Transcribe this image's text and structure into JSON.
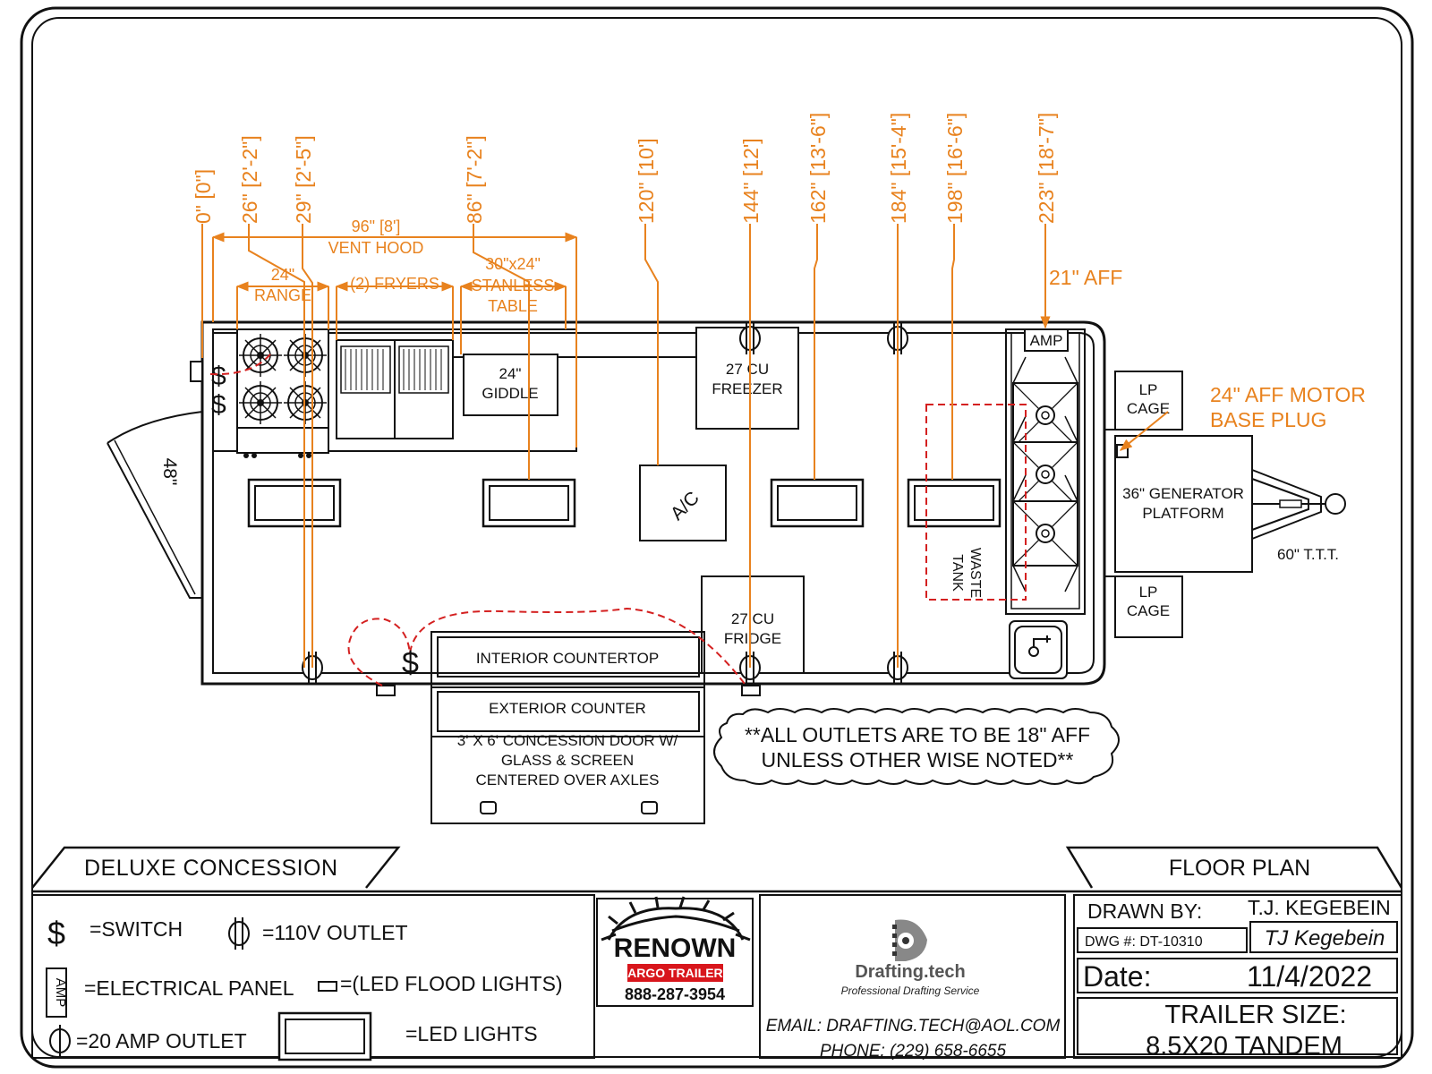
{
  "dimensions": {
    "markers": [
      {
        "label": "0\" [0\"]"
      },
      {
        "label": "26\" [2'-2\"]"
      },
      {
        "label": "29\" [2'-5\"]"
      },
      {
        "label": "86\" [7'-2\"]"
      },
      {
        "label": "120\" [10']"
      },
      {
        "label": "144\" [12']"
      },
      {
        "label": "162\" [13'-6\"]"
      },
      {
        "label": "184\" [15'-4\"]"
      },
      {
        "label": "198\" [16'-6\"]"
      },
      {
        "label": "223\" [18'-7\"]"
      }
    ],
    "vent_hood": {
      "size": "96\" [8']",
      "label": "VENT HOOD"
    },
    "range": {
      "size": "24\"",
      "label": "RANGE"
    },
    "fryers": "(2) FRYERS",
    "table": {
      "size": "30\"x24\"",
      "l1": "STANLESS",
      "l2": "TABLE"
    },
    "aff_21": "21\" AFF",
    "motor_plug": {
      "l1": "24\" AFF MOTOR",
      "l2": "BASE PLUG"
    }
  },
  "plan": {
    "griddle": {
      "l1": "24\"",
      "l2": "GIDDLE"
    },
    "freezer": {
      "l1": "27 CU",
      "l2": "FREEZER"
    },
    "fridge": {
      "l1": "27 CU",
      "l2": "FRIDGE"
    },
    "ac": "A/C",
    "amp": "AMP",
    "waste_tank": {
      "l1": "WASTE",
      "l2": "TANK"
    },
    "lp_cage": {
      "l1": "LP",
      "l2": "CAGE"
    },
    "generator": {
      "l1": "36\" GENERATOR",
      "l2": "PLATFORM"
    },
    "ttt": "60\" T.T.T.",
    "door_size": "48\"",
    "interior_counter": "INTERIOR COUNTERTOP",
    "exterior_counter": "EXTERIOR COUNTER",
    "concession_door": {
      "l1": "3' X 6' CONCESSION DOOR W/",
      "l2": "GLASS & SCREEN",
      "l3": "CENTERED OVER AXLES"
    },
    "switch_symbol": "$",
    "note": {
      "l1": "**ALL OUTLETS ARE TO BE 18\" AFF",
      "l2": "UNLESS OTHER WISE NOTED**"
    }
  },
  "title_block": {
    "left_title": "DELUXE CONCESSION",
    "right_title": "FLOOR PLAN",
    "legend": {
      "switch": "=SWITCH",
      "outlet_110": "=110V OUTLET",
      "panel": "=ELECTRICAL PANEL",
      "panel_symbol": "AMP",
      "flood": "=(LED FLOOD LIGHTS)",
      "amp20": "=20 AMP OUTLET",
      "led": "=LED LIGHTS"
    },
    "renown": {
      "name": "RENOWN",
      "sub": "CARGO TRAILERS",
      "phone": "888-287-3954"
    },
    "drafting": {
      "name": "Drafting.tech",
      "tagline": "Professional Drafting Service",
      "email": "EMAIL: DRAFTING.TECH@AOL.COM",
      "phone": "PHONE: (229) 658-6655"
    },
    "drawn_by_label": "DRAWN BY:",
    "drawn_by": "T.J. KEGEBEIN",
    "dwg": "DWG #: DT-10310",
    "signature": "TJ Kegebein",
    "date_label": "Date:",
    "date": "11/4/2022",
    "size_label": "TRAILER SIZE:",
    "size": "8.5X20 TANDEM"
  },
  "colors": {
    "orange": "#e8821e",
    "red": "#d42020",
    "ink": "#111111",
    "brand_red": "#d8161c"
  }
}
